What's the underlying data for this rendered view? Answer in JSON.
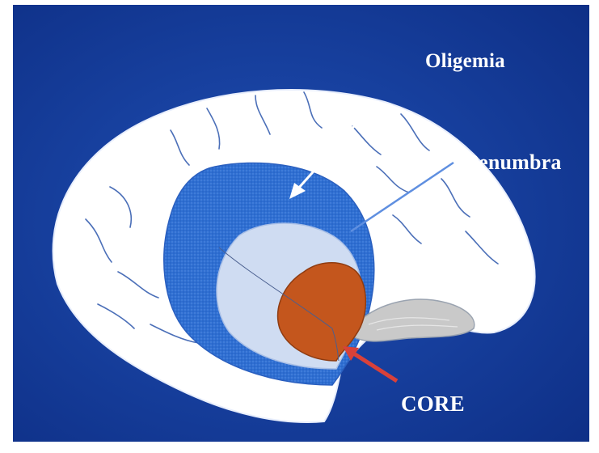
{
  "labels": {
    "oligemia": "Oligemia",
    "penumbra": "Penumbra",
    "core": "CORE"
  },
  "colors": {
    "background": "#133b95",
    "brain": "#ffffff",
    "oligemia_zone": "#2f6fd2",
    "penumbra_zone": "#cfdcf2",
    "core_zone": "#c4561d",
    "cerebellum": "#c9c9c9",
    "arrow_white": "#ffffff",
    "arrow_red": "#d8413a"
  }
}
